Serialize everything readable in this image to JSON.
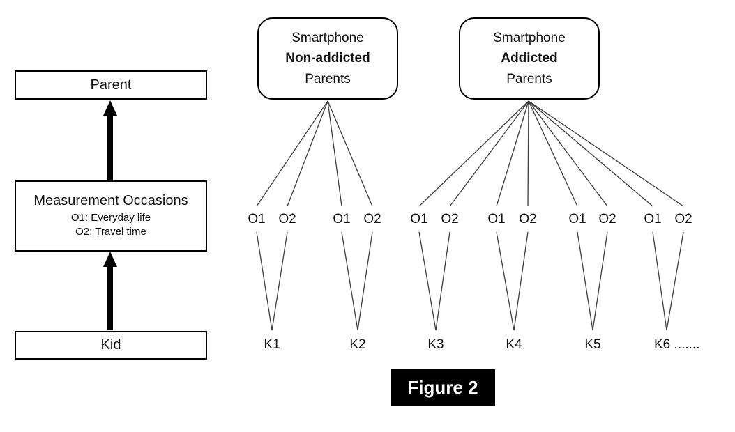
{
  "left_flow": {
    "parent_label": "Parent",
    "occasions_title": "Measurement Occasions",
    "occasion_1": "O1: Everyday life",
    "occasion_2": "O2: Travel time",
    "kid_label": "Kid"
  },
  "groups": [
    {
      "line1": "Smartphone",
      "line2": "Non-addicted",
      "line3": "Parents"
    },
    {
      "line1": "Smartphone",
      "line2": "Addicted",
      "line3": "Parents"
    }
  ],
  "occasion_labels": [
    "O1",
    "O2",
    "O1",
    "O2",
    "O1",
    "O2",
    "O1",
    "O2",
    "O1",
    "O2",
    "O1",
    "O2"
  ],
  "kid_labels": [
    "K1",
    "K2",
    "K3",
    "K4",
    "K5",
    "K6 ......."
  ],
  "caption": "Figure 2",
  "colors": {
    "thin_line": "#3d3d3d",
    "arrow": "#000000",
    "border": "#000000",
    "caption_bg": "#000000",
    "caption_fg": "#ffffff"
  }
}
